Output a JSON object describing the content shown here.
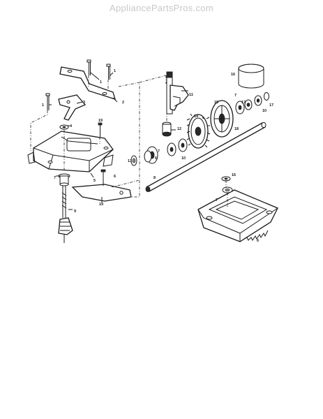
{
  "watermark": "AppliancePartsPros.com",
  "callouts": {
    "c1a": "1",
    "c1b": "1",
    "c1c": "1",
    "c2": "2",
    "c3": "3",
    "c4": "4",
    "c5": "5",
    "c6a": "6",
    "c6b": "6",
    "c6c": "6",
    "c7a": "7",
    "c7b": "7",
    "c7c": "7",
    "c7d": "7",
    "c8": "8",
    "c9": "9",
    "c10a": "10",
    "c10b": "10",
    "c11": "11",
    "c12": "12",
    "c13": "13",
    "c14": "14",
    "c15": "15",
    "c16a": "16",
    "c16b": "16",
    "c17a": "17",
    "c17b": "17",
    "c18": "18",
    "c19a": "19",
    "c19b": "19"
  }
}
